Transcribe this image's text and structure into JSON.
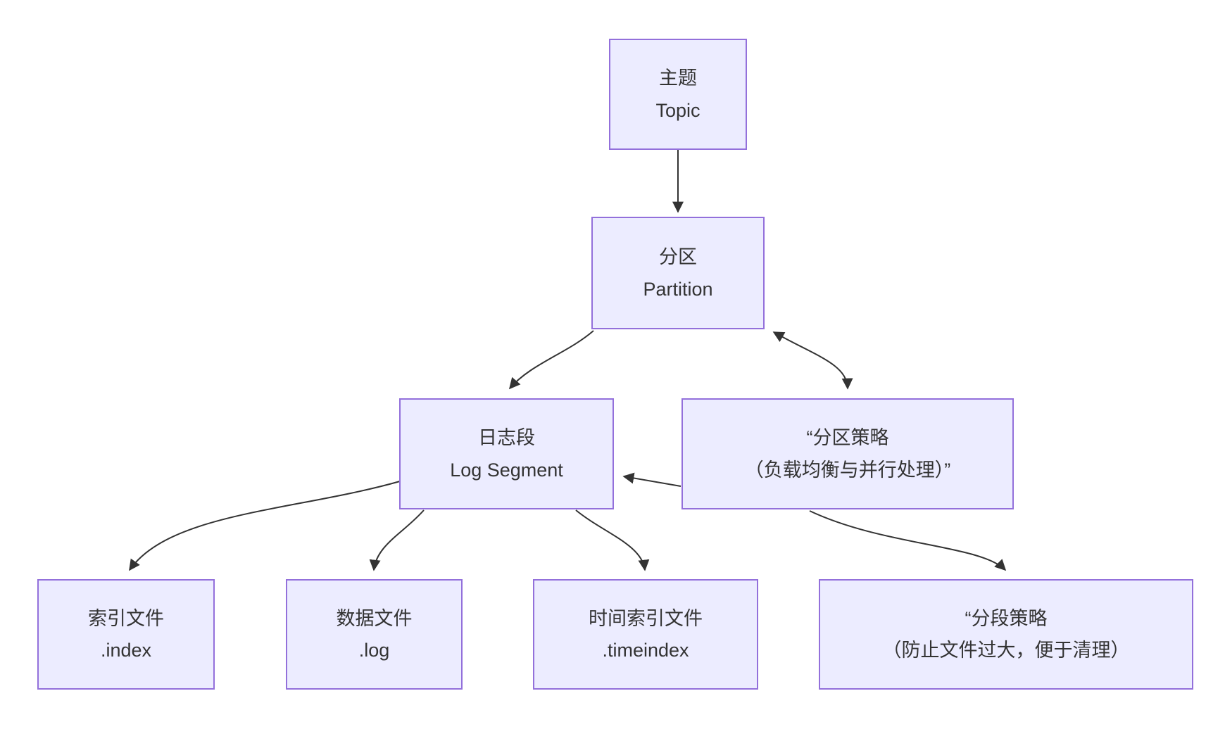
{
  "diagram": {
    "title": "Kafka topic storage structure flowchart",
    "colors": {
      "node_fill": "#ECECFF",
      "node_border": "#9370DB",
      "edge": "#333333",
      "text": "#333333",
      "background": "#FFFFFF"
    },
    "nodes": {
      "topic": {
        "line1": "主题",
        "line2": "Topic"
      },
      "partition": {
        "line1": "分区",
        "line2": "Partition"
      },
      "log_segment": {
        "line1": "日志段",
        "line2": "Log Segment"
      },
      "partition_strategy": {
        "line1": "“分区策略",
        "line2": "（负载均衡与并行处理）”"
      },
      "index_file": {
        "line1": "索引文件",
        "line2": ".index"
      },
      "data_file": {
        "line1": "数据文件",
        "line2": ".log"
      },
      "time_index_file": {
        "line1": "时间索引文件",
        "line2": ".timeindex"
      },
      "segment_strategy": {
        "line1": "“分段策略",
        "line2": "（防止文件过大，便于清理）"
      }
    },
    "edges": [
      {
        "from": "主题 Topic",
        "to": "分区 Partition",
        "type": "arrow"
      },
      {
        "from": "分区 Partition",
        "to": "日志段 Log Segment",
        "type": "arrow"
      },
      {
        "from": "分区 Partition",
        "to": "分区策略（负载均衡与并行处理）",
        "type": "bidirectional"
      },
      {
        "from": "分区策略（负载均衡与并行处理）",
        "to": "日志段 Log Segment",
        "type": "arrow"
      },
      {
        "from": "日志段 Log Segment",
        "to": "索引文件 .index",
        "type": "arrow"
      },
      {
        "from": "日志段 Log Segment",
        "to": "数据文件 .log",
        "type": "arrow"
      },
      {
        "from": "日志段 Log Segment",
        "to": "时间索引文件 .timeindex",
        "type": "arrow"
      },
      {
        "from": "日志段 Log Segment",
        "to": "分段策略（防止文件过大，便于清理）",
        "type": "arrow"
      }
    ]
  }
}
